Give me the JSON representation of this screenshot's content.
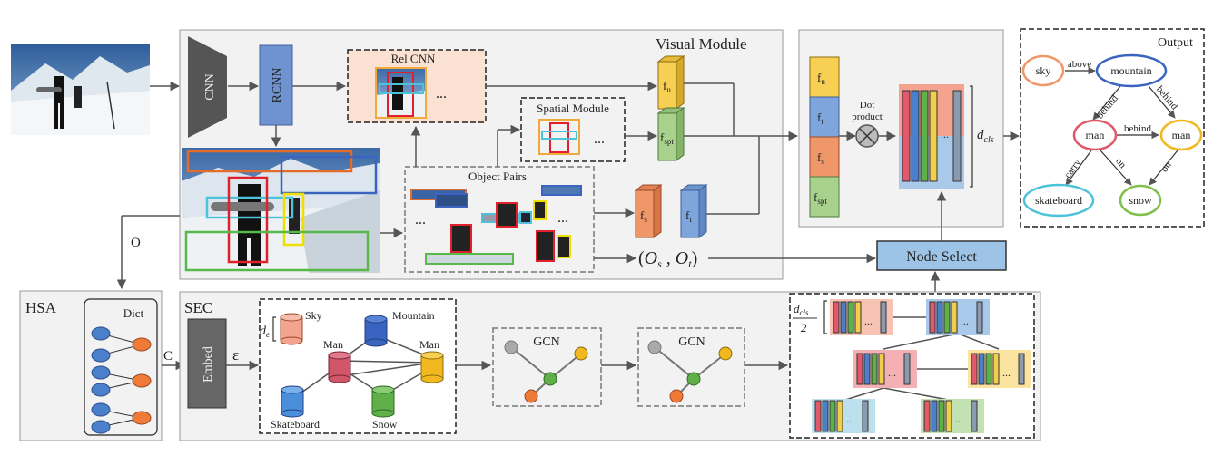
{
  "visual_module": {
    "title": "Visual Module",
    "cnn": "CNN",
    "rcnn": "RCNN",
    "rel_cnn": "Rel CNN",
    "rel_ellipsis": "...",
    "spatial_module": "Spatial Module",
    "spatial_ellipsis": "...",
    "object_pairs": "Object Pairs",
    "pairs_ellipsis_1": "...",
    "pairs_ellipsis_2": "...",
    "features": {
      "fu": {
        "base": "f",
        "sub": "u"
      },
      "fspt": {
        "base": "f",
        "sub": "spt"
      },
      "fs": {
        "base": "f",
        "sub": "s"
      },
      "ft": {
        "base": "f",
        "sub": "t"
      }
    },
    "pair_output": "(O_s , O_t)"
  },
  "fusion": {
    "stack": [
      {
        "base": "f",
        "sub": "u"
      },
      {
        "base": "f",
        "sub": "t"
      },
      {
        "base": "f",
        "sub": "s"
      },
      {
        "base": "f",
        "sub": "spt"
      }
    ],
    "dot_product_line1": "Dot",
    "dot_product_line2": "product",
    "dcls": "d",
    "dcls_sub": "cls",
    "ellipsis": "..."
  },
  "node_select": "Node Select",
  "output": {
    "title": "Output",
    "nodes": {
      "sky": "sky",
      "mountain": "mountain",
      "man1": "man",
      "man2": "man",
      "skateboard": "skateboard",
      "snow": "snow"
    },
    "edges": {
      "above": "above",
      "behind1": "behind",
      "behind2": "behind",
      "behind3": "behind",
      "carry": "carry",
      "on1": "on",
      "on2": "on"
    }
  },
  "hsa": {
    "title": "HSA",
    "dict": "Dict",
    "o_label": "O",
    "c_label": "C"
  },
  "sec": {
    "title": "SEC",
    "embed": "Embed",
    "epsilon": "ε",
    "de": "d",
    "de_sub": "e",
    "nodes": {
      "sky": "Sky",
      "mountain": "Mountain",
      "man1": "Man",
      "man2": "Man",
      "skateboard": "Skateboard",
      "snow": "Snow"
    },
    "gcn1": "GCN",
    "gcn2": "GCN",
    "half_num": "d",
    "half_num_sub": "cls",
    "half_den": "2",
    "ellipsis": "..."
  },
  "colors": {
    "panel_bg": "#f2f2f2",
    "panel_border": "#999999",
    "rcnn_blue": "#6f93d1",
    "fu_yellow": "#f7cf52",
    "fspt_green": "#a9d18e",
    "fs_orange": "#f0976a",
    "ft_blue": "#7ea6dc",
    "node_select": "#9dc3e6",
    "rel_cnn_bg": "#fbe1d2"
  }
}
